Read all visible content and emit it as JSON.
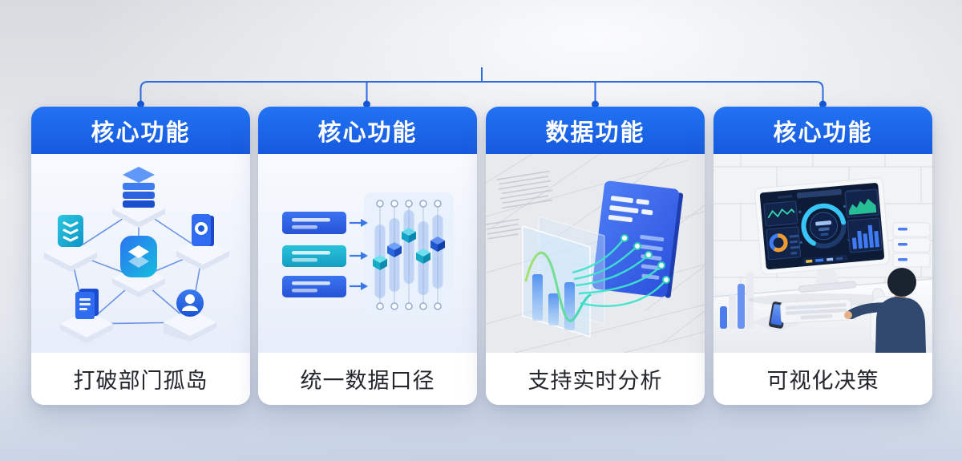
{
  "colors": {
    "header_blue": "#1a63e8",
    "header_blue_dark": "#1659de",
    "connector_blue": "#2e6be0",
    "connector_dot_blue": "#1556d8",
    "caption_text": "#23262b",
    "card_background": "#ffffff",
    "page_background_top": "#d8dadf",
    "page_background_bottom": "#ccd6e6",
    "teal_accent": "#1cb3cc",
    "green_accent": "#2fd8a0"
  },
  "cards": [
    {
      "header": "核心功能",
      "caption": "打破部门孤岛",
      "illustration": "connected-systems-network"
    },
    {
      "header": "核心功能",
      "caption": "统一数据口径",
      "illustration": "data-field-mapping-sliders"
    },
    {
      "header": "数据功能",
      "caption": "支持实时分析",
      "illustration": "realtime-data-flow-panels"
    },
    {
      "header": "核心功能",
      "caption": "可视化决策",
      "illustration": "bi-dashboard-workstation"
    }
  ]
}
